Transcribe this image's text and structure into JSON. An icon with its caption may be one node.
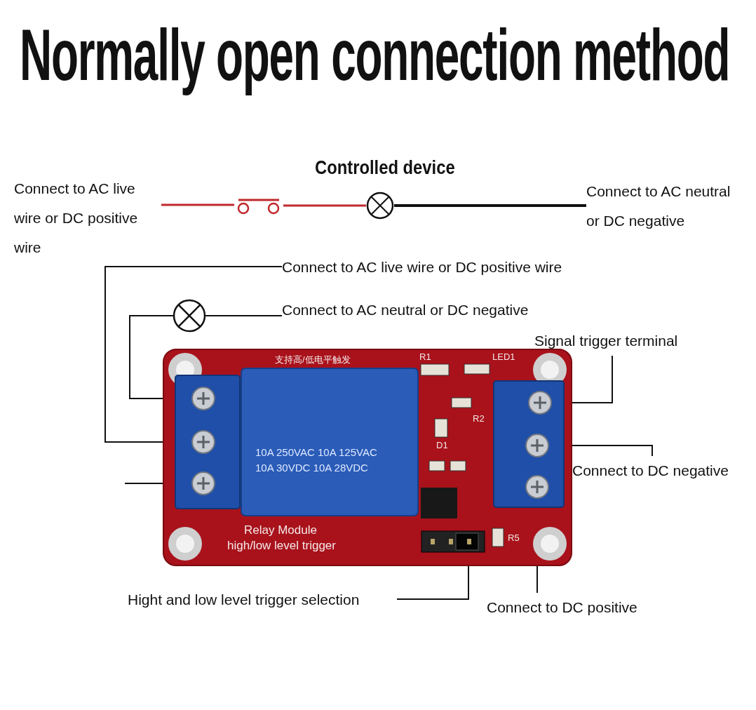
{
  "diagram": {
    "title": "Normally open connection method",
    "nodes": [
      {
        "text": [
          "Connect to AC live  wire or DC positive wire"
        ]
      },
      {
        "text": [],
        "shape": "switch"
      },
      {
        "text": [
          "Controlled device"
        ]
      },
      {
        "text": [
          "Connect to AC neutral or DC negative"
        ]
      },
      {
        "text": [],
        "shape": "picture"
      },
      {
        "text": [],
        "shape": "circle",
        "in": 4
      },
      {
        "text": [],
        "shape": "circle",
        "in": 4
      },
      {
        "text": [],
        "shape": "circle",
        "in": 4
      },
      {
        "text": [],
        "shape": "circle",
        "in": 4
      },
      {
        "text": [],
        "shape": "circle",
        "in": 4
      },
      {
        "text": [],
        "shape": "circle",
        "in": 4
      },
      {
        "text": [],
        "shape": "bar",
        "in": 4
      },
      {
        "text": [
          "Connect to AC live  wire or DC positive wire"
        ]
      },
      {
        "text": [],
        "shape": "circle"
      },
      {
        "text": [
          "Connect to AC neutral or DC negative"
        ]
      },
      {
        "text": [
          "Signal trigger terminal"
        ]
      },
      {
        "text": [
          "Connect to DC negative"
        ]
      },
      {
        "text": [
          "Hight and low level trigger selection"
        ]
      },
      {
        "text": [
          "Connect to DC positive"
        ]
      }
    ],
    "edges": [
      {
        "from": 0,
        "to": 1,
        "arrow": "none",
        "color": "#c0282d"
      },
      {
        "from": 1,
        "to": 2,
        "arrow": "none",
        "color": "#c0282d"
      },
      {
        "from": 2,
        "to": 3,
        "arrow": "none",
        "style": "thick"
      },
      {
        "from": 12,
        "to": 6,
        "arrow": "none"
      },
      {
        "from": 14,
        "to": 13,
        "arrow": "none"
      },
      {
        "from": 13,
        "to": 5,
        "arrow": "none"
      },
      {
        "from": null,
        "to": 7,
        "arrow": "none"
      },
      {
        "from": 15,
        "to": 8,
        "arrow": "none"
      },
      {
        "from": 16,
        "to": 9,
        "arrow": "none"
      },
      {
        "from": 17,
        "to": 11,
        "arrow": "none"
      },
      {
        "from": 18,
        "to": 10,
        "arrow": "none"
      }
    ],
    "labels": [
      "支持高/低电平触发",
      "R1",
      "LED1",
      "R2",
      "D1",
      "10A 250VAC 10A 125VAC",
      "10A 30VDC 10A 28VDC",
      "Relay Module",
      "high/low level trigger",
      "R5"
    ]
  }
}
